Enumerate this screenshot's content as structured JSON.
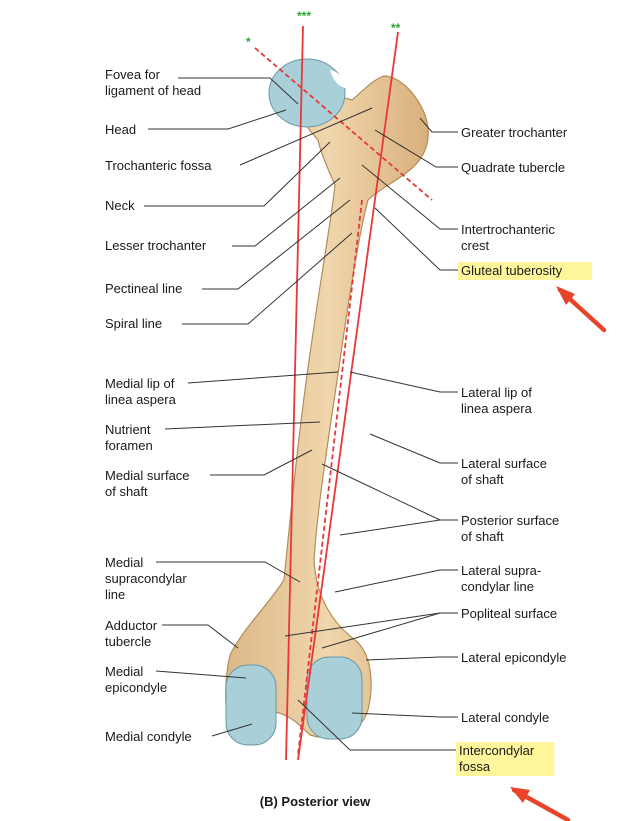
{
  "caption": "(B) Posterior view",
  "markers": {
    "axis_top": "***",
    "axis_left": "*",
    "axis_right": "**"
  },
  "highlight_color": "#fff59a",
  "arrow_color": "#e8442a",
  "axis_color": "#e8383a",
  "bone_color": "#e8c99b",
  "cartilage_color": "#a9cfd9",
  "left_labels": [
    {
      "lines": [
        "Fovea for",
        "ligament of head"
      ]
    },
    {
      "lines": [
        "Head"
      ]
    },
    {
      "lines": [
        "Trochanteric fossa"
      ]
    },
    {
      "lines": [
        "Neck"
      ]
    },
    {
      "lines": [
        "Lesser trochanter"
      ]
    },
    {
      "lines": [
        "Pectineal line"
      ]
    },
    {
      "lines": [
        "Spiral line"
      ]
    },
    {
      "lines": [
        "Medial lip of",
        "linea aspera"
      ]
    },
    {
      "lines": [
        "Nutrient",
        "foramen"
      ]
    },
    {
      "lines": [
        "Medial surface",
        "of shaft"
      ]
    },
    {
      "lines": [
        "Medial",
        "supracondylar",
        "line"
      ]
    },
    {
      "lines": [
        "Adductor",
        "tubercle"
      ]
    },
    {
      "lines": [
        "Medial",
        "epicondyle"
      ]
    },
    {
      "lines": [
        "Medial condyle"
      ]
    }
  ],
  "right_labels": [
    {
      "lines": [
        "Greater trochanter"
      ]
    },
    {
      "lines": [
        "Quadrate tubercle"
      ]
    },
    {
      "lines": [
        "Intertrochanteric",
        "crest"
      ]
    },
    {
      "lines": [
        "Gluteal tuberosity"
      ],
      "highlighted": true
    },
    {
      "lines": [
        "Lateral lip of",
        "linea aspera"
      ]
    },
    {
      "lines": [
        "Lateral surface",
        "of shaft"
      ]
    },
    {
      "lines": [
        "Posterior surface",
        "of shaft"
      ]
    },
    {
      "lines": [
        "Lateral supra-",
        "condylar line"
      ]
    },
    {
      "lines": [
        "Popliteal surface"
      ]
    },
    {
      "lines": [
        "Lateral epicondyle"
      ]
    },
    {
      "lines": [
        "Lateral condyle"
      ]
    },
    {
      "lines": [
        "Intercondylar",
        "fossa"
      ],
      "highlighted": true
    }
  ]
}
